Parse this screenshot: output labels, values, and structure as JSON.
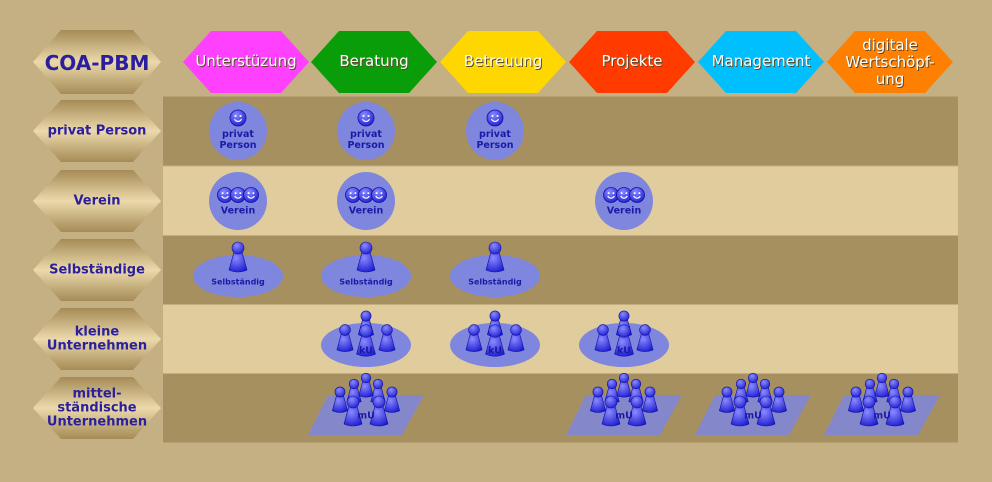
{
  "colors": {
    "background": "#c4b083",
    "row_dark": "#a6905f",
    "row_light": "#e0cc9c",
    "hexagon_light": "#ecd9ab",
    "hexagon_dark": "#a58b57",
    "label_text": "#2a1f9c",
    "badge_fill": "#7f86de",
    "badge_text": "#1a1aa8",
    "figure_fill": "#2828e0"
  },
  "corner_label": "COA-PBM",
  "columns": [
    {
      "label": "Unterstüzung",
      "color": "#ff40ff"
    },
    {
      "label": "Beratung",
      "color": "#0a9d0a"
    },
    {
      "label": "Betreuung",
      "color": "#ffd700"
    },
    {
      "label": "Projekte",
      "color": "#ff3b00"
    },
    {
      "label": "Management",
      "color": "#00bfff"
    },
    {
      "label": "digitale Wertschöpf- ung",
      "lines": [
        "digitale",
        "Wertschöpf-",
        "ung"
      ],
      "color": "#ff7f00"
    }
  ],
  "rows": [
    {
      "label": "privat Person",
      "lines": [
        "privat Person"
      ],
      "shade": "dark",
      "badge": "person",
      "badge_lines": [
        "privat",
        "Person"
      ],
      "cells": [
        true,
        true,
        true,
        false,
        false,
        false
      ]
    },
    {
      "label": "Verein",
      "lines": [
        "Verein"
      ],
      "shade": "light",
      "badge": "verein",
      "badge_lines": [
        "Verein"
      ],
      "cells": [
        true,
        true,
        false,
        true,
        false,
        false
      ]
    },
    {
      "label": "Selbständige",
      "lines": [
        "Selbständige"
      ],
      "shade": "dark",
      "badge": "selbst",
      "badge_lines": [
        "Selbständig"
      ],
      "cells": [
        true,
        true,
        true,
        false,
        false,
        false
      ]
    },
    {
      "label": "kleine Unternehmen",
      "lines": [
        "kleine",
        "Unternehmen"
      ],
      "shade": "light",
      "badge": "ku",
      "badge_lines": [
        "kU"
      ],
      "cells": [
        false,
        true,
        true,
        true,
        false,
        false
      ]
    },
    {
      "label": "mittel- ständische Unternehmen",
      "lines": [
        "mittel-",
        "ständische",
        "Unternehmen"
      ],
      "shade": "dark",
      "badge": "mu",
      "badge_lines": [
        "mU"
      ],
      "cells": [
        false,
        true,
        false,
        true,
        true,
        true
      ]
    }
  ]
}
